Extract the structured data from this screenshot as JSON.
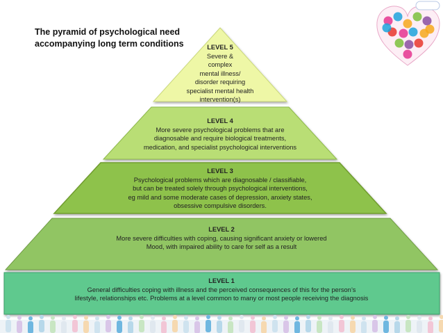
{
  "title": "The pyramid of psychological need accompanying long term conditions",
  "levels": [
    {
      "label": "LEVEL 5",
      "lines": [
        "Severe &",
        "complex",
        "mental illness/",
        "disorder requiring",
        "specialist mental health",
        "intervention(s)"
      ],
      "color": "#eef7a6"
    },
    {
      "label": "LEVEL 4",
      "lines": [
        "More severe psychological problems that are",
        "diagnosable and require biological treatments,",
        "medication, and specialist psychological interventions"
      ],
      "color": "#b9de74"
    },
    {
      "label": "LEVEL 3",
      "lines": [
        "Psychological problems which are diagnosable / classifiable,",
        "but can be treated solely through psychological interventions,",
        "eg mild and some moderate cases of depression, anxiety states,",
        "obsessive compulsive disorders."
      ],
      "color": "#8ec24c"
    },
    {
      "label": "LEVEL 2",
      "lines": [
        "More severe difficulties with coping, causing significant anxiety or lowered",
        "Mood, with impaired ability to care for self as a result"
      ],
      "color": "#91c564"
    },
    {
      "label": "LEVEL 1",
      "lines": [
        "General difficulties coping with illness and the perceived consequences of this for the person’s",
        "lifestyle, relationships etc. Problems at a level common to many or most people receiving the diagnosis"
      ],
      "color": "#5fc98e"
    }
  ],
  "logo": {
    "icon": "heart-figures-logo",
    "colors": [
      "#e5358f",
      "#1fa3dc",
      "#f6a81c",
      "#7bbf3b",
      "#8a4fa0",
      "#e8372d"
    ]
  }
}
